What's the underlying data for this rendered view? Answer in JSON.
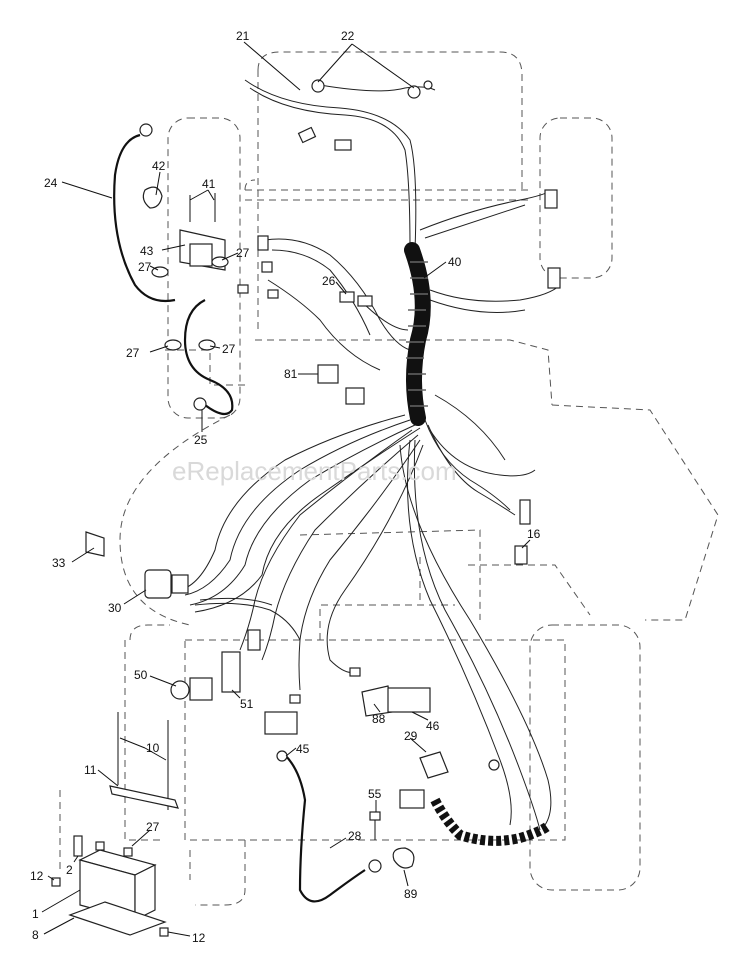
{
  "watermark": "eReplacementParts.com",
  "callouts": [
    "21",
    "22",
    "24",
    "42",
    "41",
    "43",
    "27",
    "27",
    "27",
    "27",
    "40",
    "26",
    "81",
    "25",
    "33",
    "16",
    "30",
    "50",
    "51",
    "10",
    "11",
    "88",
    "46",
    "45",
    "29",
    "27",
    "55",
    "28",
    "12",
    "2",
    "89",
    "1",
    "8",
    "12"
  ]
}
